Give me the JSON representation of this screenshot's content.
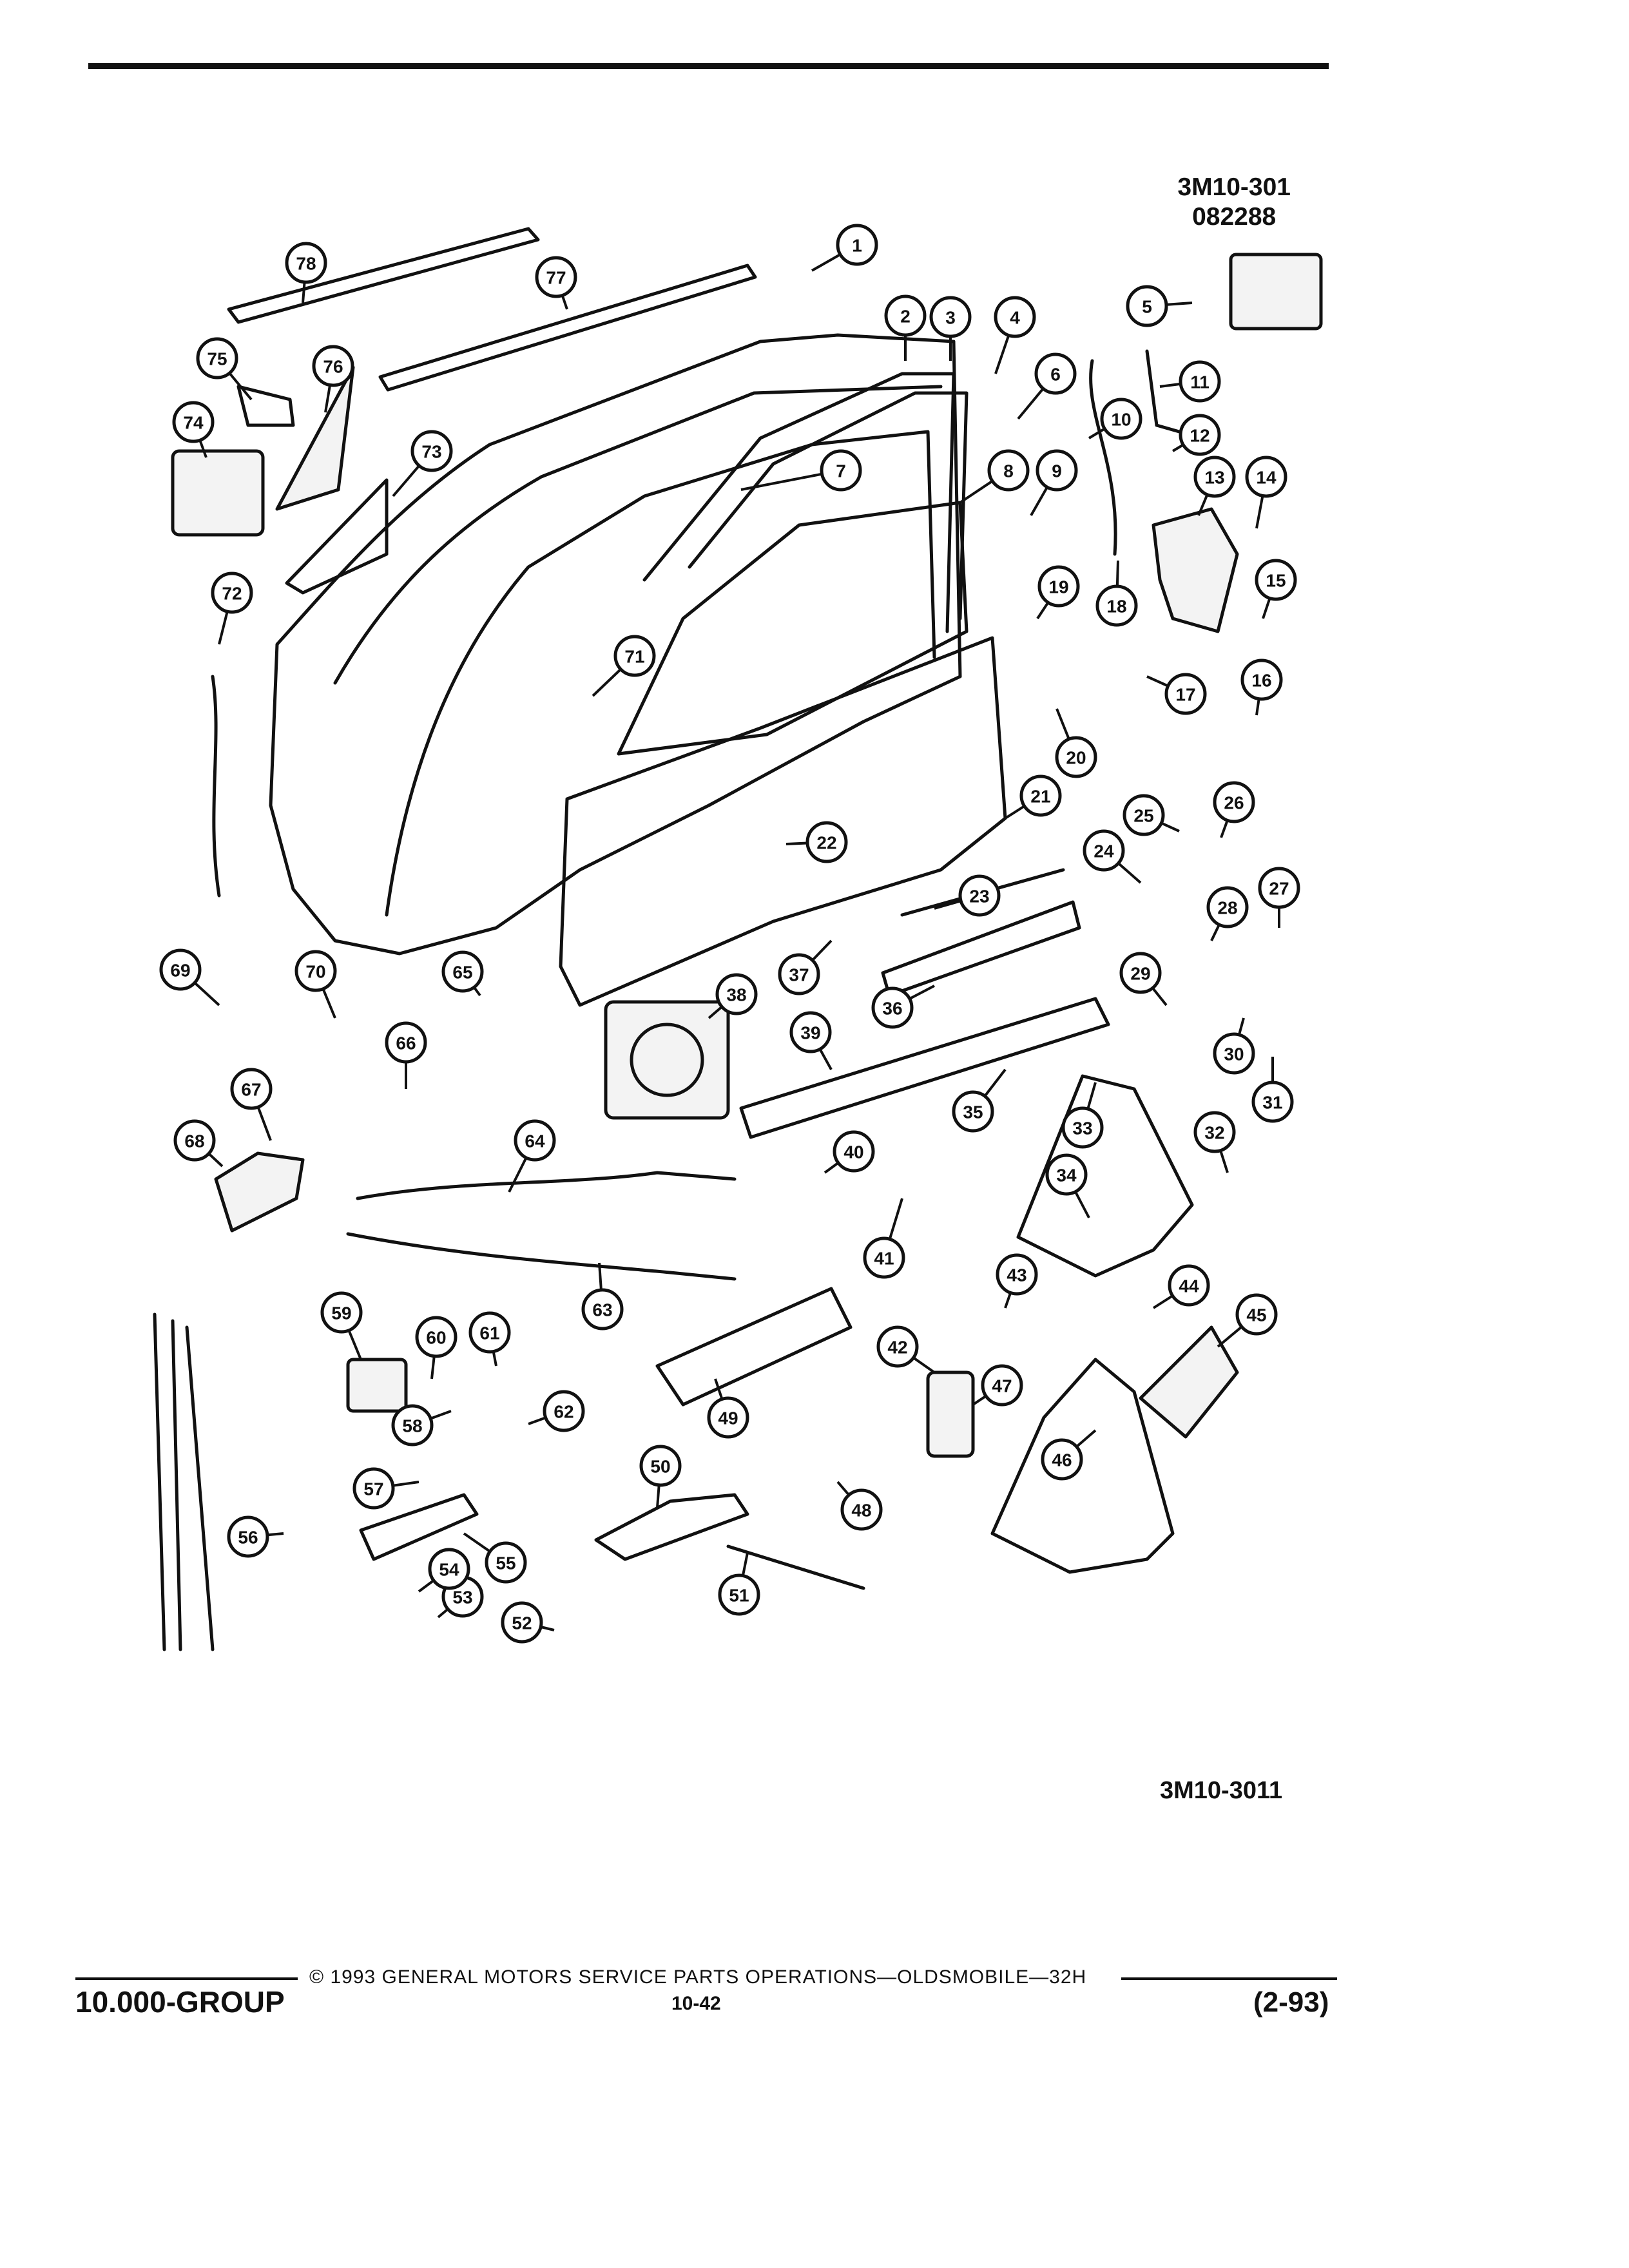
{
  "figure": {
    "ref_code": "3M10-301",
    "ref_date": "082288",
    "bottom_code": "3M10-3011"
  },
  "footer": {
    "copyright": "© 1993 GENERAL MOTORS SERVICE PARTS OPERATIONS—OLDSMOBILE—32H",
    "group": "10.000-GROUP",
    "page": "10-42",
    "date": "(2-93)"
  },
  "callouts": [
    "1",
    "2",
    "3",
    "4",
    "5",
    "6",
    "7",
    "8",
    "9",
    "10",
    "11",
    "12",
    "13",
    "14",
    "15",
    "16",
    "17",
    "18",
    "19",
    "20",
    "21",
    "22",
    "23",
    "24",
    "25",
    "26",
    "27",
    "28",
    "29",
    "30",
    "31",
    "32",
    "33",
    "34",
    "35",
    "36",
    "37",
    "38",
    "39",
    "40",
    "41",
    "42",
    "43",
    "44",
    "45",
    "46",
    "47",
    "48",
    "49",
    "50",
    "51",
    "52",
    "53",
    "54",
    "55",
    "56",
    "57",
    "58",
    "59",
    "60",
    "61",
    "62",
    "63",
    "64",
    "65",
    "66",
    "67",
    "68",
    "69",
    "70",
    "71",
    "72",
    "73",
    "74",
    "75",
    "76",
    "77",
    "78"
  ]
}
